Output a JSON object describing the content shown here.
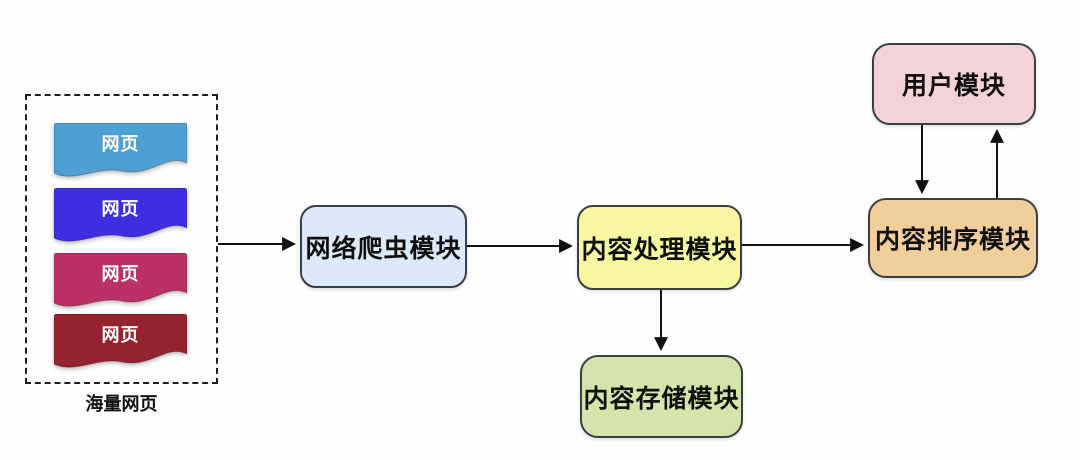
{
  "diagram": {
    "title": "search-engine-architecture-flow",
    "source_group": {
      "caption": "海量网页",
      "pages": [
        {
          "label": "网页",
          "color": "#4E9FD4"
        },
        {
          "label": "网页",
          "color": "#3D2EE1"
        },
        {
          "label": "网页",
          "color": "#BB3067"
        },
        {
          "label": "网页",
          "color": "#94222F"
        }
      ]
    },
    "nodes": [
      {
        "id": "crawler",
        "label": "网络爬虫模块",
        "fill": "#DBE9F8"
      },
      {
        "id": "processor",
        "label": "内容处理模块",
        "fill": "#F6F7A0"
      },
      {
        "id": "storage",
        "label": "内容存储模块",
        "fill": "#D5E4AA"
      },
      {
        "id": "ranker",
        "label": "内容排序模块",
        "fill": "#F1CF9D"
      },
      {
        "id": "user",
        "label": "用户模块",
        "fill": "#F3D2D8"
      }
    ],
    "edges": [
      {
        "from": "source_group",
        "to": "crawler",
        "direction": "right"
      },
      {
        "from": "crawler",
        "to": "processor",
        "direction": "right"
      },
      {
        "from": "processor",
        "to": "ranker",
        "direction": "right"
      },
      {
        "from": "processor",
        "to": "storage",
        "direction": "down"
      },
      {
        "from": "user",
        "to": "ranker",
        "direction": "down"
      },
      {
        "from": "ranker",
        "to": "user",
        "direction": "up"
      }
    ],
    "line_color": "#111111"
  }
}
